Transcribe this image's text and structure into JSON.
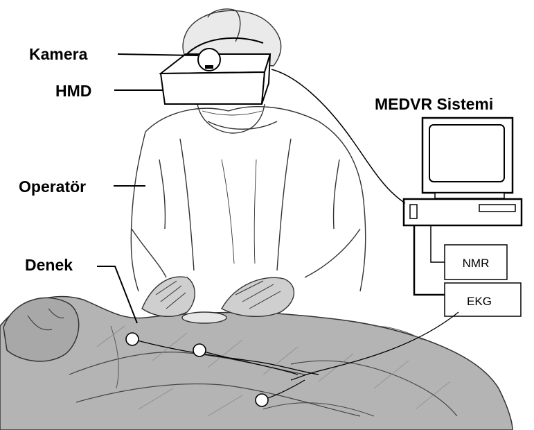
{
  "labels": {
    "camera": "Kamera",
    "hmd": "HMD",
    "operator": "Operatör",
    "subject": "Denek",
    "system": "MEDVR Sistemi"
  },
  "devices": {
    "nmr": "NMR",
    "ekg": "EKG"
  }
}
